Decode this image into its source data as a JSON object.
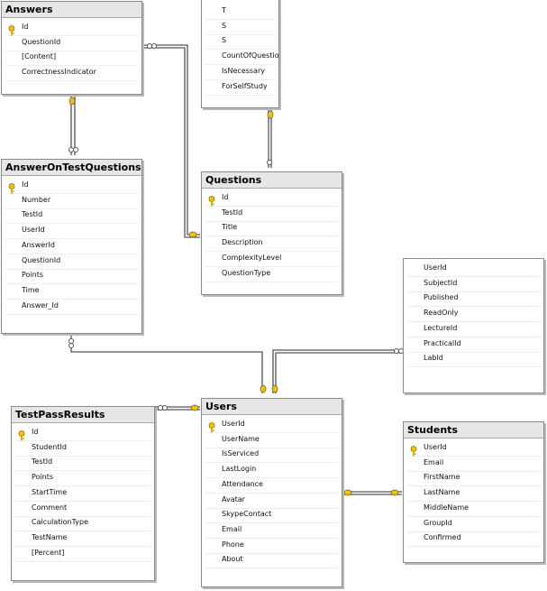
{
  "tables": [
    {
      "id": "answers",
      "title": "Answers",
      "columns": [
        {
          "name": "Id",
          "key": true
        },
        {
          "name": "QuestionId",
          "key": false
        },
        {
          "name": "[Content]",
          "key": false
        },
        {
          "name": "CorrectnessIndicator",
          "key": false
        }
      ]
    },
    {
      "id": "tests",
      "title": "",
      "columns": [
        {
          "name": "T",
          "key": false
        },
        {
          "name": "S",
          "key": false
        },
        {
          "name": "S",
          "key": false
        },
        {
          "name": "CountOfQuestion",
          "key": false
        },
        {
          "name": "IsNecessary",
          "key": false
        },
        {
          "name": "ForSelfStudy",
          "key": false
        }
      ]
    },
    {
      "id": "answeron",
      "title": "AnswerOnTestQuestions",
      "columns": [
        {
          "name": "Id",
          "key": true
        },
        {
          "name": "Number",
          "key": false
        },
        {
          "name": "TestId",
          "key": false
        },
        {
          "name": "UserId",
          "key": false
        },
        {
          "name": "AnswerId",
          "key": false
        },
        {
          "name": "QuestionId",
          "key": false
        },
        {
          "name": "Points",
          "key": false
        },
        {
          "name": "Time",
          "key": false
        },
        {
          "name": "Answer_Id",
          "key": false
        }
      ]
    },
    {
      "id": "questions",
      "title": "Questions",
      "columns": [
        {
          "name": "Id",
          "key": true
        },
        {
          "name": "TestId",
          "key": false
        },
        {
          "name": "Title",
          "key": false
        },
        {
          "name": "Description",
          "key": false
        },
        {
          "name": "ComplexityLevel",
          "key": false
        },
        {
          "name": "QuestionType",
          "key": false
        }
      ]
    },
    {
      "id": "subjectusers",
      "title": "",
      "columns": [
        {
          "name": "UserId",
          "key": false
        },
        {
          "name": "SubjectId",
          "key": false
        },
        {
          "name": "Published",
          "key": false
        },
        {
          "name": "ReadOnly",
          "key": false
        },
        {
          "name": "LectureId",
          "key": false
        },
        {
          "name": "PracticalId",
          "key": false
        },
        {
          "name": "LabId",
          "key": false
        }
      ]
    },
    {
      "id": "testpass",
      "title": "TestPassResults",
      "columns": [
        {
          "name": "Id",
          "key": true
        },
        {
          "name": "StudentId",
          "key": false
        },
        {
          "name": "TestId",
          "key": false
        },
        {
          "name": "Points",
          "key": false
        },
        {
          "name": "StartTime",
          "key": false
        },
        {
          "name": "Comment",
          "key": false
        },
        {
          "name": "CalculationType",
          "key": false
        },
        {
          "name": "TestName",
          "key": false
        },
        {
          "name": "[Percent]",
          "key": false
        }
      ]
    },
    {
      "id": "users",
      "title": "Users",
      "columns": [
        {
          "name": "UserId",
          "key": true
        },
        {
          "name": "UserName",
          "key": false
        },
        {
          "name": "IsServiced",
          "key": false
        },
        {
          "name": "LastLogin",
          "key": false
        },
        {
          "name": "Attendance",
          "key": false
        },
        {
          "name": "Avatar",
          "key": false
        },
        {
          "name": "SkypeContact",
          "key": false
        },
        {
          "name": "Email",
          "key": false
        },
        {
          "name": "Phone",
          "key": false
        },
        {
          "name": "About",
          "key": false
        }
      ]
    },
    {
      "id": "students",
      "title": "Students",
      "columns": [
        {
          "name": "UserId",
          "key": true
        },
        {
          "name": "Email",
          "key": false
        },
        {
          "name": "FirstName",
          "key": false
        },
        {
          "name": "LastName",
          "key": false
        },
        {
          "name": "MiddleName",
          "key": false
        },
        {
          "name": "GroupId",
          "key": false
        },
        {
          "name": "Confirmed",
          "key": false
        }
      ]
    }
  ],
  "colors": {
    "title_bg": "#e6e6e6",
    "border": "#8a8a8a",
    "line": "#555555",
    "key": "#f2c200"
  }
}
